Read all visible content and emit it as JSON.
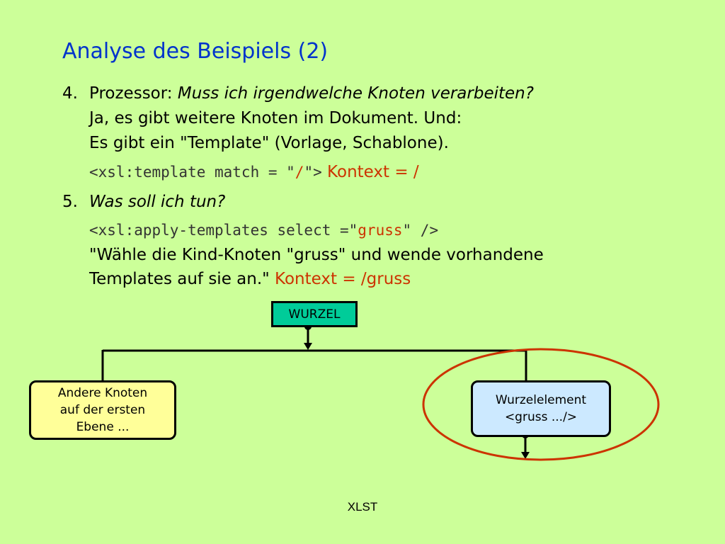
{
  "slide": {
    "title": "Analyse des Beispiels (2)",
    "footer": "XLST"
  },
  "content": {
    "item4_number": "4.",
    "item4_prefix": "Prozessor: ",
    "item4_question": "Muss ich irgendwelche Knoten verarbeiten?",
    "item4_line2": "Ja, es gibt weitere Knoten im Dokument. Und:",
    "item4_line3": "Es gibt ein \"Template\"  (Vorlage, Schablone).",
    "code1_part1": "<xsl:template match = \"",
    "code1_part2": "/",
    "code1_part3": "\">",
    "code1_context": " Kontext = /",
    "item5_number": "5.",
    "item5_question": "Was soll ich tun?",
    "code2_part1": "<xsl:apply-templates select =\"",
    "code2_part2": "gruss",
    "code2_part3": "\" />",
    "item5_line2": "\"Wähle die Kind-Knoten \"gruss\" und wende vorhandene",
    "item5_line3": "Templates auf sie an.\" ",
    "item5_context": "Kontext = /gruss"
  },
  "diagram": {
    "root_label": "WURZEL",
    "other_nodes_line1": "Andere Knoten",
    "other_nodes_line2": "auf der ersten",
    "other_nodes_line3": "Ebene ...",
    "root_element_line1": "Wurzelelement",
    "root_element_line2": "<gruss .../>"
  },
  "colors": {
    "background": "#ccff99",
    "title": "#0033cc",
    "context_highlight": "#cc3300",
    "root_box": "#00cc99",
    "other_box": "#ffff99",
    "element_box": "#cce9ff",
    "ellipse": "#cc3300"
  }
}
